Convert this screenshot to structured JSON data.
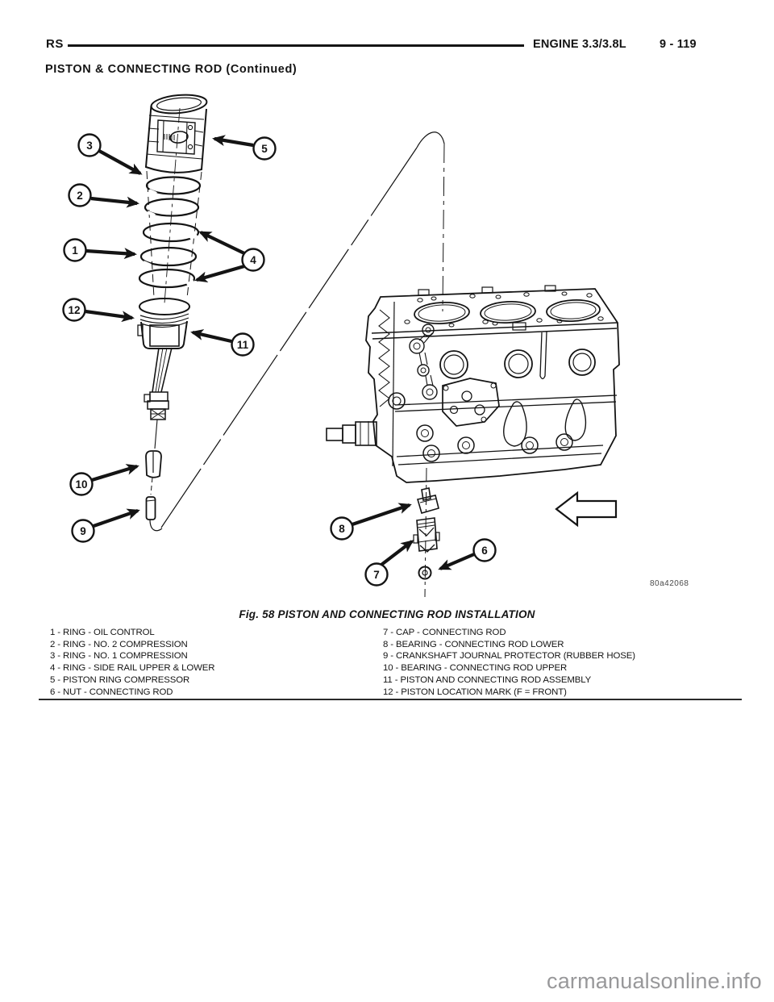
{
  "header": {
    "code": "RS",
    "engine": "ENGINE 3.3/3.8L",
    "page_number": "9 - 119"
  },
  "section": {
    "title": "PISTON & CONNECTING ROD (Continued)"
  },
  "figure": {
    "caption": "Fig. 58 PISTON AND CONNECTING ROD INSTALLATION",
    "image_code": "80a42068",
    "callouts": [
      "1",
      "2",
      "3",
      "4",
      "5",
      "6",
      "7",
      "8",
      "9",
      "10",
      "11",
      "12"
    ]
  },
  "legend": {
    "left": [
      "1 - RING - OIL CONTROL",
      "2 - RING - NO. 2 COMPRESSION",
      "3 - RING - NO. 1 COMPRESSION",
      "4 - RING - SIDE RAIL UPPER & LOWER",
      "5 - PISTON RING COMPRESSOR",
      "6 - NUT - CONNECTING ROD"
    ],
    "right": [
      "7 - CAP - CONNECTING ROD",
      "8 - BEARING - CONNECTING ROD LOWER",
      "9 - CRANKSHAFT JOURNAL PROTECTOR (RUBBER HOSE)",
      "10 - BEARING - CONNECTING ROD UPPER",
      "11 - PISTON AND CONNECTING ROD ASSEMBLY",
      "12 - PISTON LOCATION MARK (F = FRONT)"
    ]
  },
  "watermark": {
    "text": "carmanualsonline.info"
  },
  "colors": {
    "ink": "#141414",
    "rule": "#2b2b2b",
    "watermark": "#98989a"
  }
}
